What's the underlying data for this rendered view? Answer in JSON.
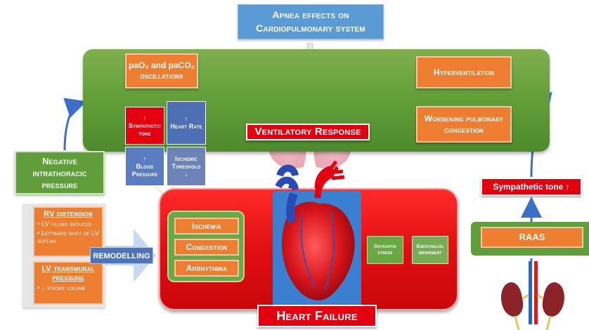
{
  "title": {
    "line1": "Apnea effects on",
    "line2": "Cardiopulmonary system"
  },
  "green_panel": {
    "pao2": {
      "line1": "paO₂ and paCO₂",
      "line2": "oscillations"
    },
    "hyperventilation": "Hyperventilation",
    "worsening": {
      "line1": "Worsening pulmonary",
      "line2": "congestion"
    },
    "ventilatory_response": "Ventilatory Response",
    "quadrants": {
      "sympathetic": {
        "arrow": "↑",
        "label": "Sympathetic tone"
      },
      "heart_rate": {
        "arrow": "↑",
        "label": "Heart Rate"
      },
      "blood_pressure": {
        "arrow": "↑",
        "label": "Blood Pressure"
      },
      "ischemic": {
        "label": "Ischemic Threshold",
        "arrow": "↓"
      }
    }
  },
  "negative": {
    "line1": "Negative",
    "line2": "intrathoracic",
    "line3": "pressure"
  },
  "rv": {
    "heading": "RV distension",
    "bullets": [
      "• LV filling reduced",
      "• Leftward shift of LV septum"
    ]
  },
  "lv": {
    "heading": "LV transmural pressure",
    "bullets": [
      "• ↓ stroke volume"
    ]
  },
  "remodelling": "REMODELLING",
  "symptoms": [
    "Ischemia",
    "Congestion",
    "Arrhythmia"
  ],
  "oxidative": {
    "line1": "Oxydative",
    "line2": "stress"
  },
  "endothelial": {
    "line1": "Endothelial",
    "line2": "impairment"
  },
  "heart_failure": "Heart Failure",
  "sympathetic_tone": "Sympathetic tone ↑",
  "raas": "RAAS",
  "colors": {
    "green": "#64a03a",
    "orange": "#ed7d31",
    "red": "#e3000f",
    "blue": "#5b9bd5",
    "arrow_blue": "#3e6fc6"
  }
}
